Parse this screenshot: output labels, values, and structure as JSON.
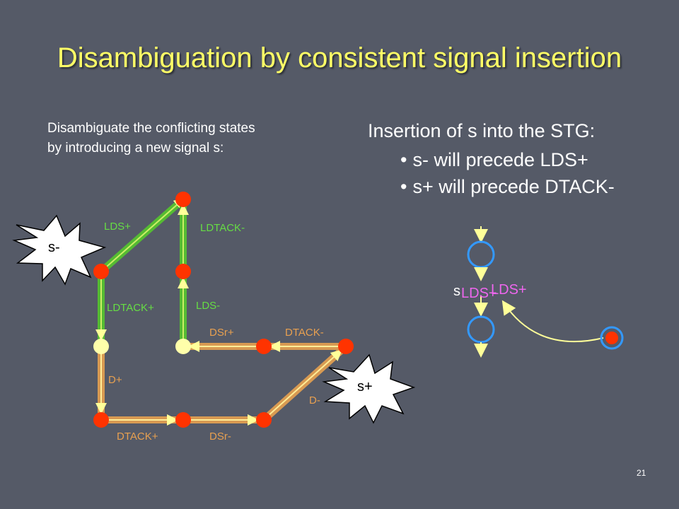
{
  "title": "Disambiguation by consistent signal insertion",
  "intro_lines": [
    "Disambiguate the conflicting states",
    "by introducing a new signal s:"
  ],
  "right": {
    "heading": "Insertion of s into the STG:",
    "bullets": [
      "s- will precede LDS+",
      "s+ will precede DTACK-"
    ]
  },
  "graph": {
    "edges": {
      "lds_plus": "LDS+",
      "ldtack_minus": "LDTACK-",
      "ldtack_plus": "LDTACK+",
      "lds_minus": "LDS-",
      "dsr_plus": "DSr+",
      "dtack_minus": "DTACK-",
      "d_plus": "D+",
      "d_minus": "D-",
      "dtack_plus": "DTACK+",
      "dsr_minus": "DSr-"
    },
    "bursts": {
      "s_minus": "s-",
      "s_plus": "s+"
    }
  },
  "insertion": {
    "label_s": "s",
    "label_a": "LDS+",
    "label_b": "LDS+"
  },
  "colors": {
    "background": "#555a67",
    "title": "#ffff66",
    "green_edge": "#55bb33",
    "orange_edge": "#d89a52",
    "state_red": "#ff3300",
    "state_yellow": "#ffffaa",
    "place_blue": "#3399ff"
  },
  "page_number": "21"
}
